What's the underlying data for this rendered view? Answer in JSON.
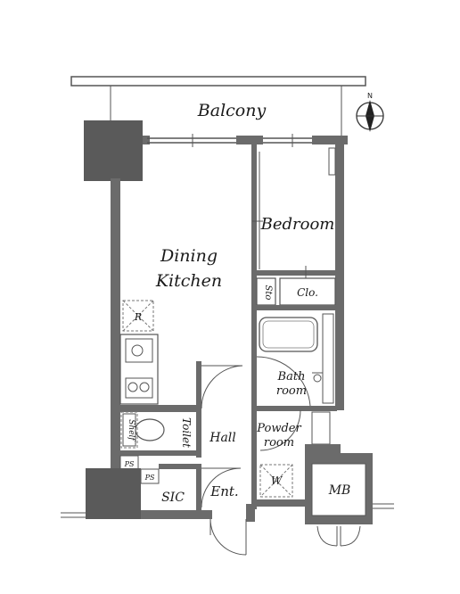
{
  "rooms": {
    "balcony": "Balcony",
    "bedroom": "Bedroom",
    "dining_line1": "Dining",
    "dining_line2": "Kitchen",
    "closet": "Clo.",
    "storage": "Sto",
    "refrigerator": "R",
    "bath_line1": "Bath",
    "bath_line2": "room",
    "toilet": "Toilet",
    "shelf": "Shelf",
    "hall": "Hall",
    "powder_line1": "Powder",
    "powder_line2": "room",
    "washer": "W",
    "entrance": "Ent.",
    "sic": "SIC",
    "mb": "MB",
    "ps1": "PS",
    "ps2": "PS"
  },
  "compass": {
    "north_label": "N"
  },
  "colors": {
    "wall": "#6b6b6b",
    "line": "#555555",
    "background": "#ffffff"
  }
}
